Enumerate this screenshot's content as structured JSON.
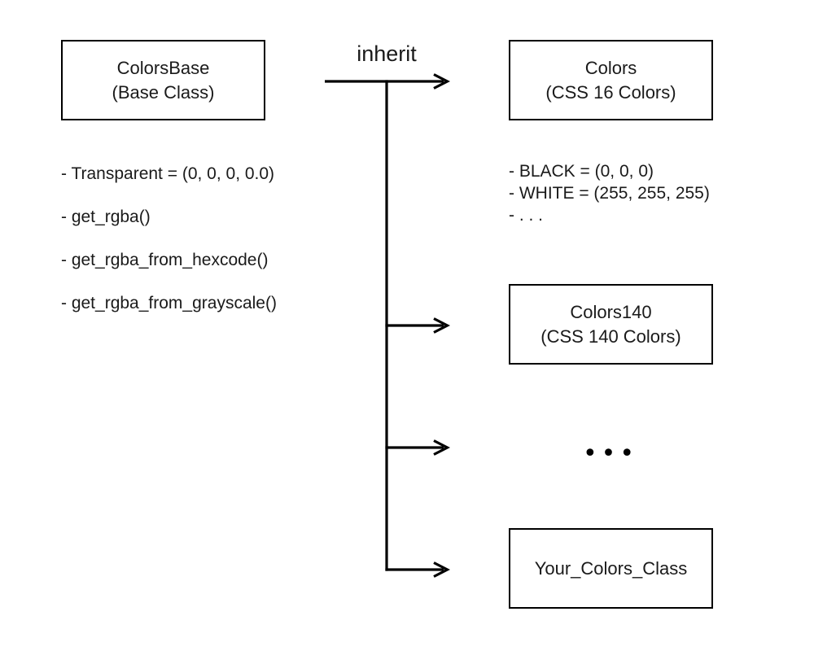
{
  "diagram": {
    "background_color": "#ffffff",
    "line_color": "#000000",
    "text_color": "#1a1a1a",
    "inherit_label": "inherit",
    "base_class": {
      "title": "ColorsBase",
      "subtitle": "(Base Class)",
      "members": [
        "- Transparent = (0, 0, 0, 0.0)",
        "- get_rgba()",
        "- get_rgba_from_hexcode()",
        "- get_rgba_from_grayscale()"
      ]
    },
    "subclasses": [
      {
        "title": "Colors",
        "subtitle": "(CSS 16 Colors)",
        "members": [
          "- BLACK = (0, 0, 0)",
          "- WHITE = (255, 255, 255)",
          "- . . ."
        ]
      },
      {
        "title": "Colors140",
        "subtitle": "(CSS 140 Colors)"
      },
      {
        "title": "Your_Colors_Class"
      }
    ],
    "more_classes_ellipsis": "•••"
  }
}
